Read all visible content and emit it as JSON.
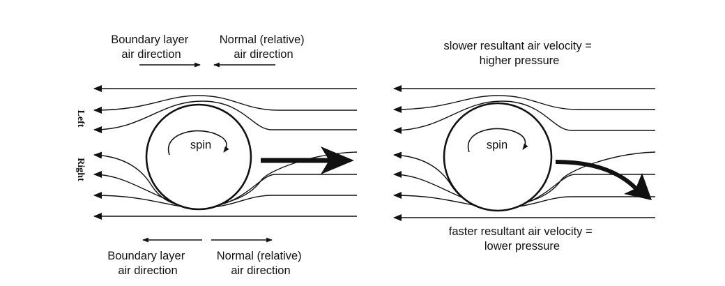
{
  "left_panel": {
    "top_boundary_label": [
      "Boundary layer",
      "air direction"
    ],
    "top_normal_label": [
      "Normal (relative)",
      "air direction"
    ],
    "bottom_boundary_label": [
      "Boundary layer",
      "air direction"
    ],
    "bottom_normal_label": [
      "Normal (relative)",
      "air direction"
    ],
    "spin_label": "spin",
    "side_label_left": "Left",
    "side_label_right": "Right"
  },
  "right_panel": {
    "top_label": [
      "slower resultant air velocity =",
      "higher pressure"
    ],
    "bottom_label": [
      "faster resultant air velocity =",
      "lower pressure"
    ],
    "spin_label": "spin"
  },
  "colors": {
    "ink": "#111111",
    "background": "#ffffff"
  }
}
